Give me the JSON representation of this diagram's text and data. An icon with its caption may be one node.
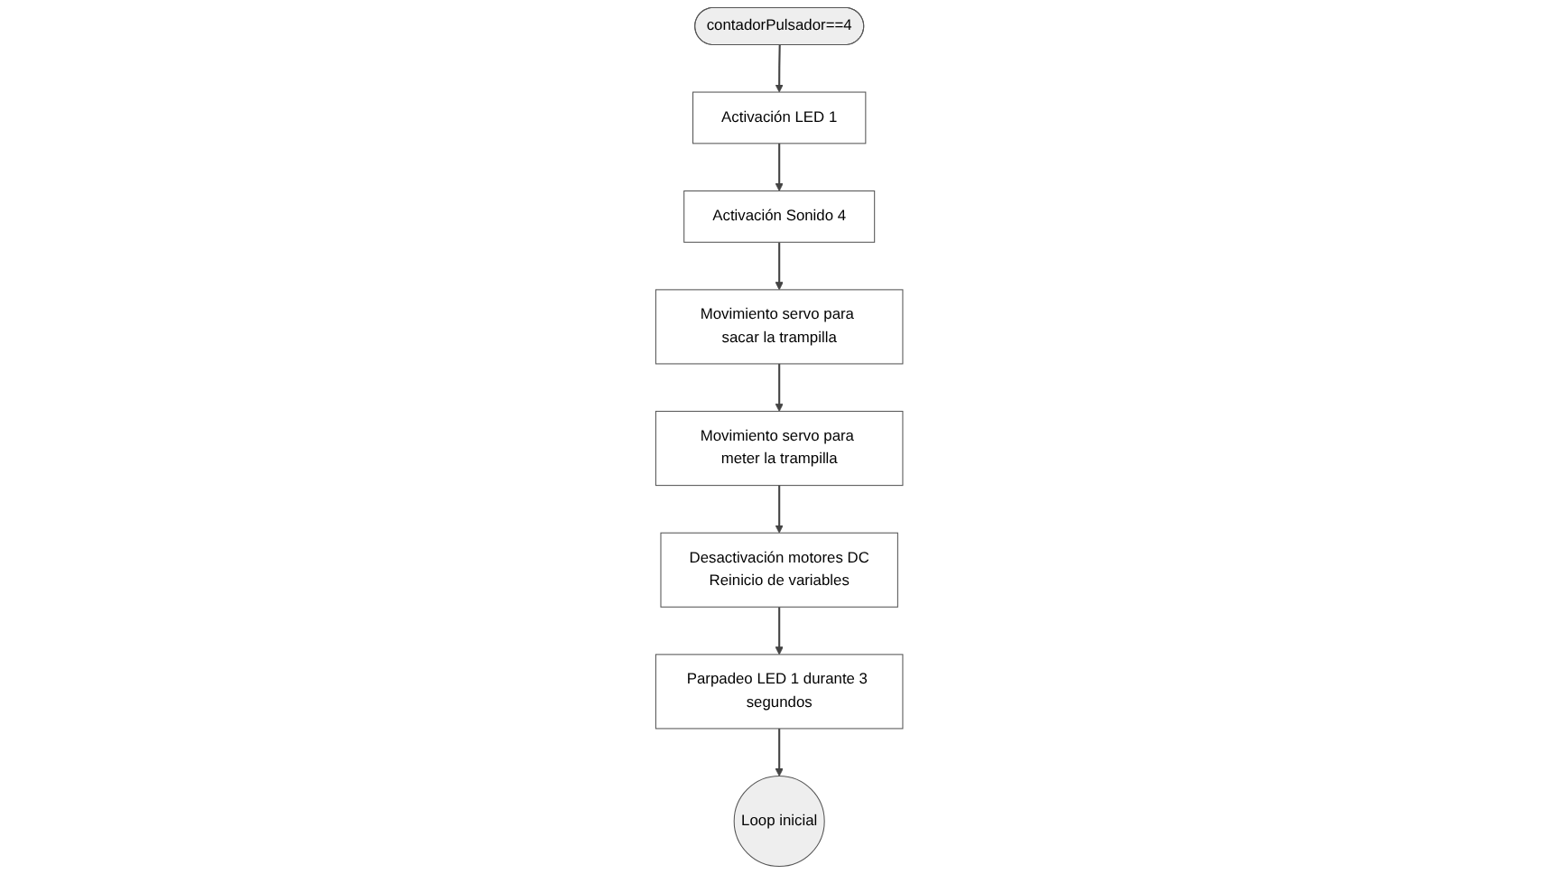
{
  "diagram": {
    "nodes": [
      {
        "text": [
          "contadorPulsador==4"
        ]
      },
      {
        "text": [
          "Activación LED 1"
        ]
      },
      {
        "text": [
          "Activación Sonido 4"
        ]
      },
      {
        "text": [
          "Movimiento servo para sacar la trampilla"
        ]
      },
      {
        "text": [
          "Movimiento servo para meter la trampilla"
        ]
      },
      {
        "text": [
          "Desactivación motores DC",
          "Reinicio de variables"
        ]
      },
      {
        "text": [
          "Parpadeo LED 1 durante 3 segundos"
        ]
      },
      {
        "text": [
          "Loop inicial"
        ]
      }
    ],
    "edges": [
      {
        "from": 0,
        "to": 1,
        "arrow": "to"
      },
      {
        "from": 1,
        "to": 2,
        "arrow": "to"
      },
      {
        "from": 2,
        "to": 3,
        "arrow": "to"
      },
      {
        "from": 3,
        "to": 4,
        "arrow": "to"
      },
      {
        "from": 4,
        "to": 5,
        "arrow": "to"
      },
      {
        "from": 5,
        "to": 6,
        "arrow": "to"
      },
      {
        "from": 6,
        "to": 7,
        "arrow": "to"
      }
    ]
  }
}
